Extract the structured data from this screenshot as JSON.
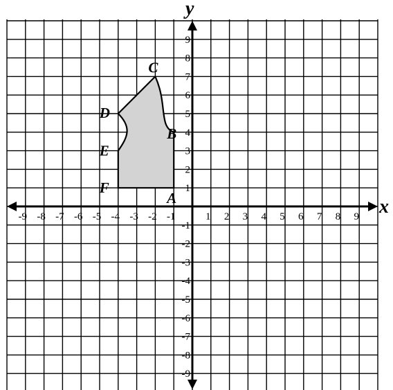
{
  "x_axis_label": "x",
  "y_axis_label": "y",
  "x_ticks": [
    "-9",
    "-8",
    "-7",
    "-6",
    "-5",
    "-4",
    "-3",
    "-2",
    "-1",
    "1",
    "2",
    "3",
    "4",
    "5",
    "6",
    "7",
    "8",
    "9"
  ],
  "y_ticks": [
    "9",
    "8",
    "7",
    "6",
    "5",
    "4",
    "3",
    "2",
    "1",
    "-1",
    "-2",
    "-3",
    "-4",
    "-5",
    "-6",
    "-7",
    "-8",
    "-9"
  ],
  "chart_data": {
    "type": "coordinate-grid",
    "xlim": [
      -10,
      10
    ],
    "ylim": [
      -10,
      10
    ],
    "grid": true,
    "shape": {
      "fill": "#d3d3d3",
      "stroke": "#000000",
      "vertices": [
        {
          "label": "A",
          "x": -1,
          "y": 1
        },
        {
          "label": "B",
          "x": -1,
          "y": 4
        },
        {
          "label": "C",
          "x": -2,
          "y": 7
        },
        {
          "label": "D",
          "x": -4,
          "y": 5
        },
        {
          "label": "E",
          "x": -4,
          "y": 3
        },
        {
          "label": "F",
          "x": -4,
          "y": 1
        }
      ],
      "curved_edges": [
        "B-C",
        "D-E"
      ]
    }
  }
}
